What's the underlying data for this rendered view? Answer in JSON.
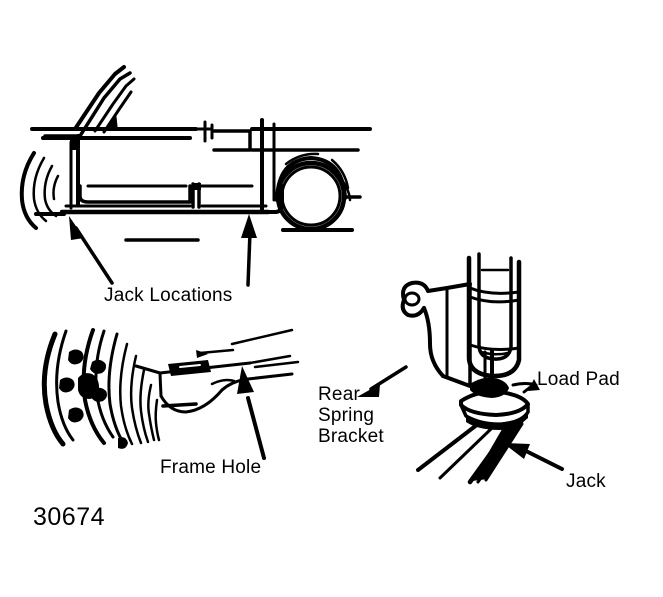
{
  "figure": {
    "number": "30674",
    "background_color": "#ffffff",
    "ink_color": "#000000",
    "subject": "vehicle-jacking-points-line-drawing"
  },
  "panels": {
    "vehicle_side_view": {
      "name": "vehicle-side-view",
      "label": "Jack Locations",
      "callout_count": 2,
      "description": "side profile of a vehicle body with two upward arrows pointing at rocker panel jack points"
    },
    "frame_hole_detail": {
      "name": "frame-hole-detail",
      "label": "Frame Hole",
      "callout_count": 1,
      "description": "close-up of wheel with five lug nuts and frame rail showing jacking hole"
    },
    "jack_detail": {
      "name": "jack-detail",
      "label_rear_spring_bracket_line1": "Rear",
      "label_rear_spring_bracket_line2": "Spring",
      "label_rear_spring_bracket_line3": "Bracket",
      "label_load_pad": "Load Pad",
      "label_jack": "Jack",
      "callout_count": 3,
      "description": "close-up of jack head with load pad engaging the rear spring bracket"
    }
  },
  "chart_data": {
    "type": "diagram",
    "title": "30674",
    "annotations": [
      "Jack Locations",
      "Frame Hole",
      "Rear",
      "Spring",
      "Bracket",
      "Load Pad",
      "Jack"
    ]
  }
}
